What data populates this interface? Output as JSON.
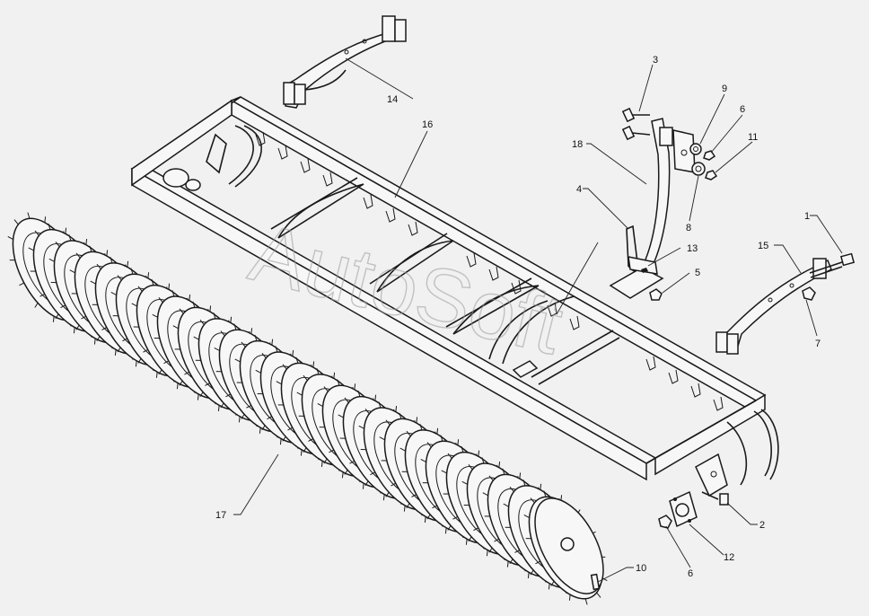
{
  "watermark": "AutoSoft",
  "callouts": [
    {
      "id": "c1",
      "label": "1"
    },
    {
      "id": "c2",
      "label": "2"
    },
    {
      "id": "c3",
      "label": "3"
    },
    {
      "id": "c4",
      "label": "4"
    },
    {
      "id": "c5",
      "label": "5"
    },
    {
      "id": "c6a",
      "label": "6"
    },
    {
      "id": "c6b",
      "label": "6"
    },
    {
      "id": "c7",
      "label": "7"
    },
    {
      "id": "c8",
      "label": "8"
    },
    {
      "id": "c9",
      "label": "9"
    },
    {
      "id": "c10",
      "label": "10"
    },
    {
      "id": "c11",
      "label": "11"
    },
    {
      "id": "c12",
      "label": "12"
    },
    {
      "id": "c13",
      "label": "13"
    },
    {
      "id": "c14",
      "label": "14"
    },
    {
      "id": "c15",
      "label": "15"
    },
    {
      "id": "c16",
      "label": "16"
    },
    {
      "id": "c17",
      "label": "17"
    },
    {
      "id": "c18",
      "label": "18"
    }
  ]
}
